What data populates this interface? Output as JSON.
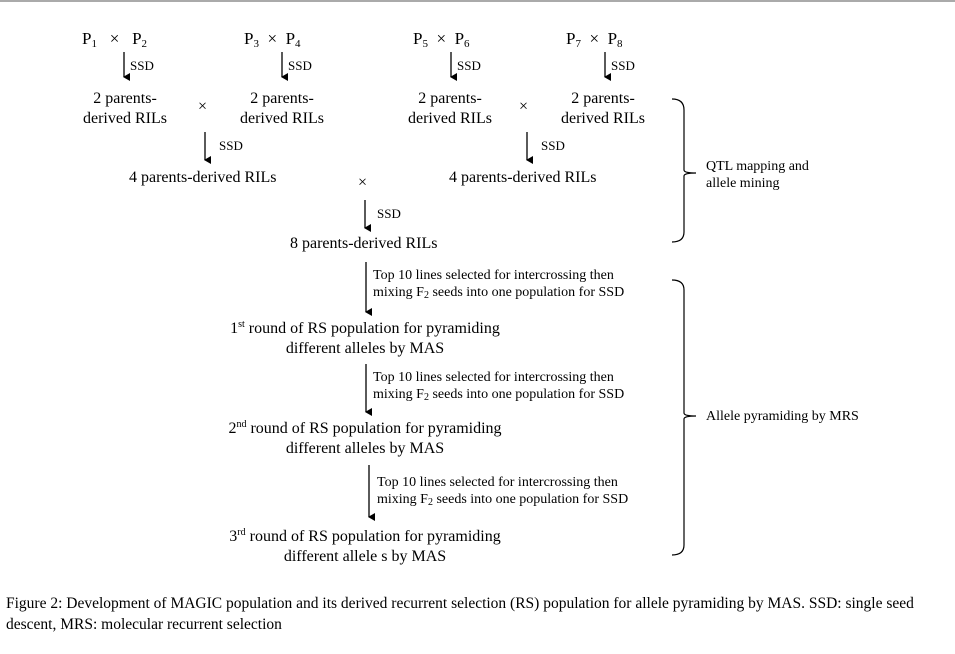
{
  "parents": [
    {
      "a": "P",
      "a_sub": "1",
      "b": "P",
      "b_sub": "2"
    },
    {
      "a": "P",
      "a_sub": "3",
      "b": "P",
      "b_sub": "4"
    },
    {
      "a": "P",
      "a_sub": "5",
      "b": "P",
      "b_sub": "6"
    },
    {
      "a": "P",
      "a_sub": "7",
      "b": "P",
      "b_sub": "8"
    }
  ],
  "cross_symbol": "×",
  "ssd": "SSD",
  "two_parent_line1": "2 parents-",
  "two_parent_line2": "derived RILs",
  "four_parent": "4 parents-derived RILs",
  "eight_parent": "8 parents-derived RILs",
  "step_note": {
    "line1": "Top 10 lines selected for  intercrossing then",
    "line2_pre": "mixing  F",
    "line2_sub": "2",
    "line2_post": " seeds into one population for SSD"
  },
  "rounds": [
    {
      "num": "1",
      "sup": "st",
      "line1": " round of RS population  for pyramiding",
      "line2": "different alleles  by MAS"
    },
    {
      "num": "2",
      "sup": "nd",
      "line1": " round of RS population  for pyramiding",
      "line2": "different alleles  by MAS"
    },
    {
      "num": "3",
      "sup": "rd",
      "line1": " round of RS population  for pyramiding",
      "line2": "different allele s  by MAS"
    }
  ],
  "side_labels": {
    "qtl_line1": "QTL mapping and",
    "qtl_line2": "allele mining",
    "mrs": "Allele pyramiding by MRS"
  },
  "caption": {
    "label": "Figure 2:",
    "text": " Development of MAGIC population and its derived recurrent selection (RS) population for allele pyramiding by MAS. SSD: single seed descent, MRS: molecular recurrent selection"
  }
}
